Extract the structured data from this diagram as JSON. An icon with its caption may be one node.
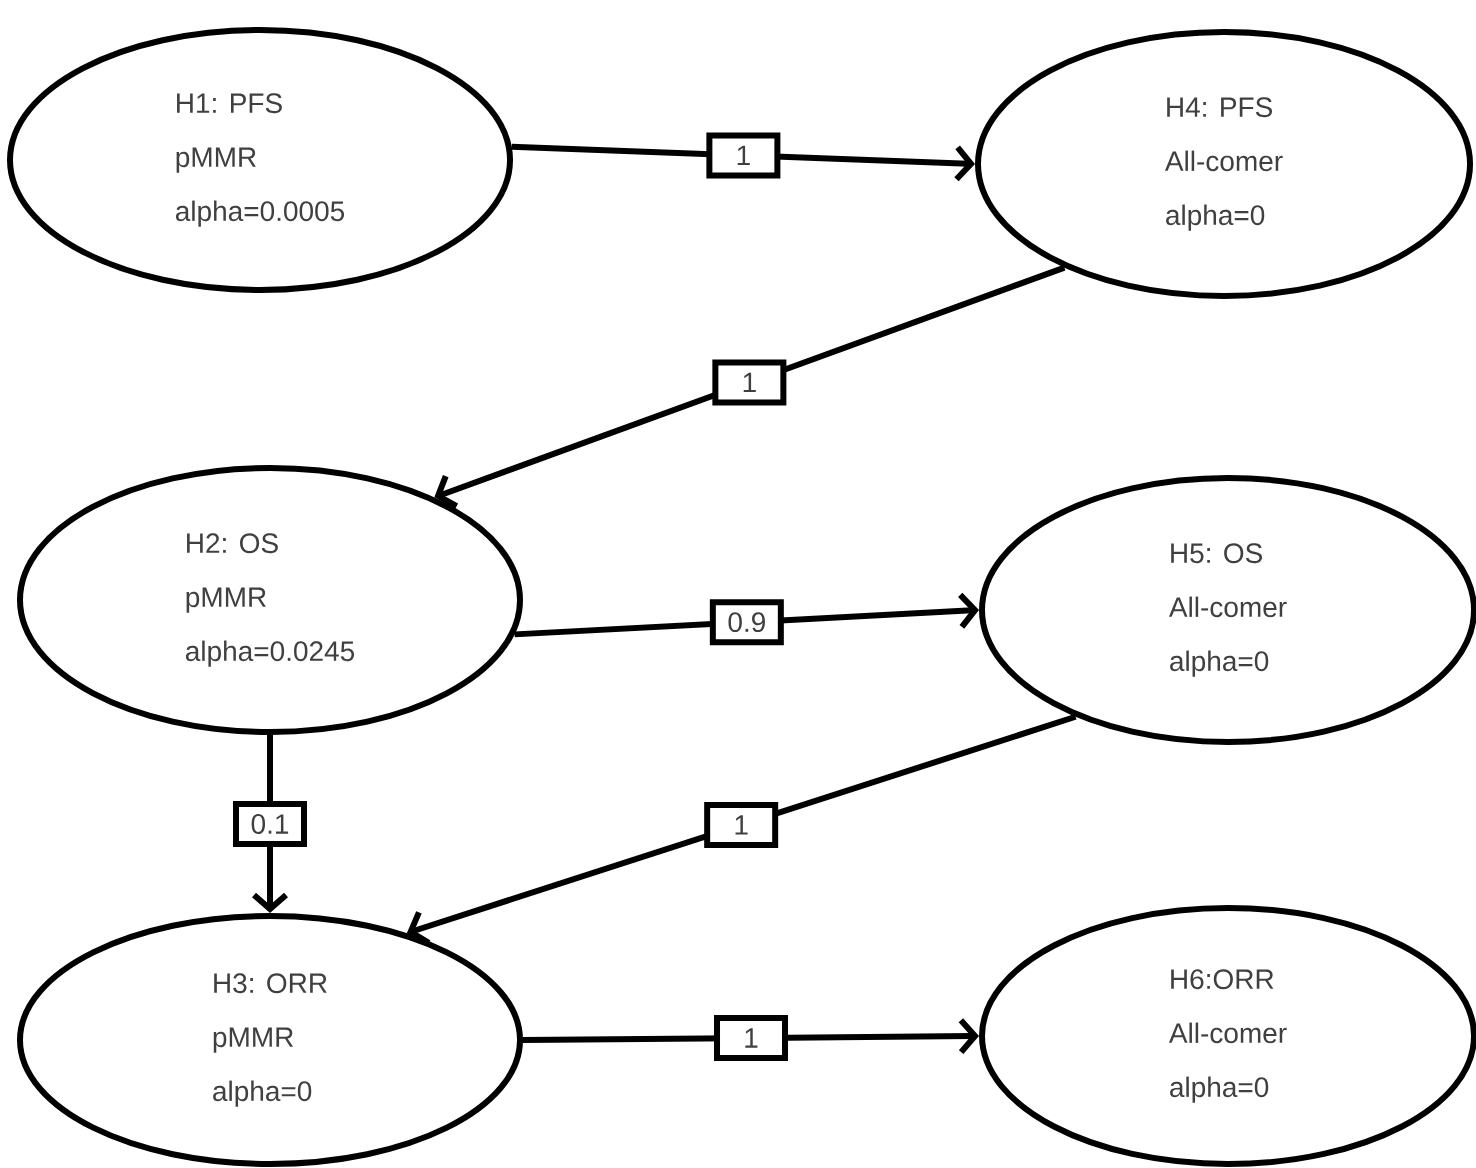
{
  "diagram": {
    "nodes": [
      {
        "text": [
          "H1: PFS",
          "pMMR",
          "alpha=0.0005"
        ]
      },
      {
        "text": [
          "H4: PFS",
          "All-comer",
          "alpha=0"
        ]
      },
      {
        "text": [
          "H2: OS",
          "pMMR",
          "alpha=0.0245"
        ]
      },
      {
        "text": [
          "H5: OS",
          "All-comer",
          "alpha=0"
        ]
      },
      {
        "text": [
          "H3: ORR",
          "pMMR",
          "alpha=0"
        ]
      },
      {
        "text": [
          "H6:ORR",
          "All-comer",
          "alpha=0"
        ]
      }
    ],
    "edges": [
      {
        "from": 0,
        "to": 1,
        "arrow": "to",
        "label": "1"
      },
      {
        "from": 1,
        "to": 2,
        "arrow": "to",
        "label": "1"
      },
      {
        "from": 2,
        "to": 3,
        "arrow": "to",
        "label": "0.9"
      },
      {
        "from": 2,
        "to": 4,
        "arrow": "to",
        "label": "0.1"
      },
      {
        "from": 3,
        "to": 4,
        "arrow": "to",
        "label": "1"
      },
      {
        "from": 4,
        "to": 5,
        "arrow": "to",
        "label": "1"
      }
    ]
  }
}
